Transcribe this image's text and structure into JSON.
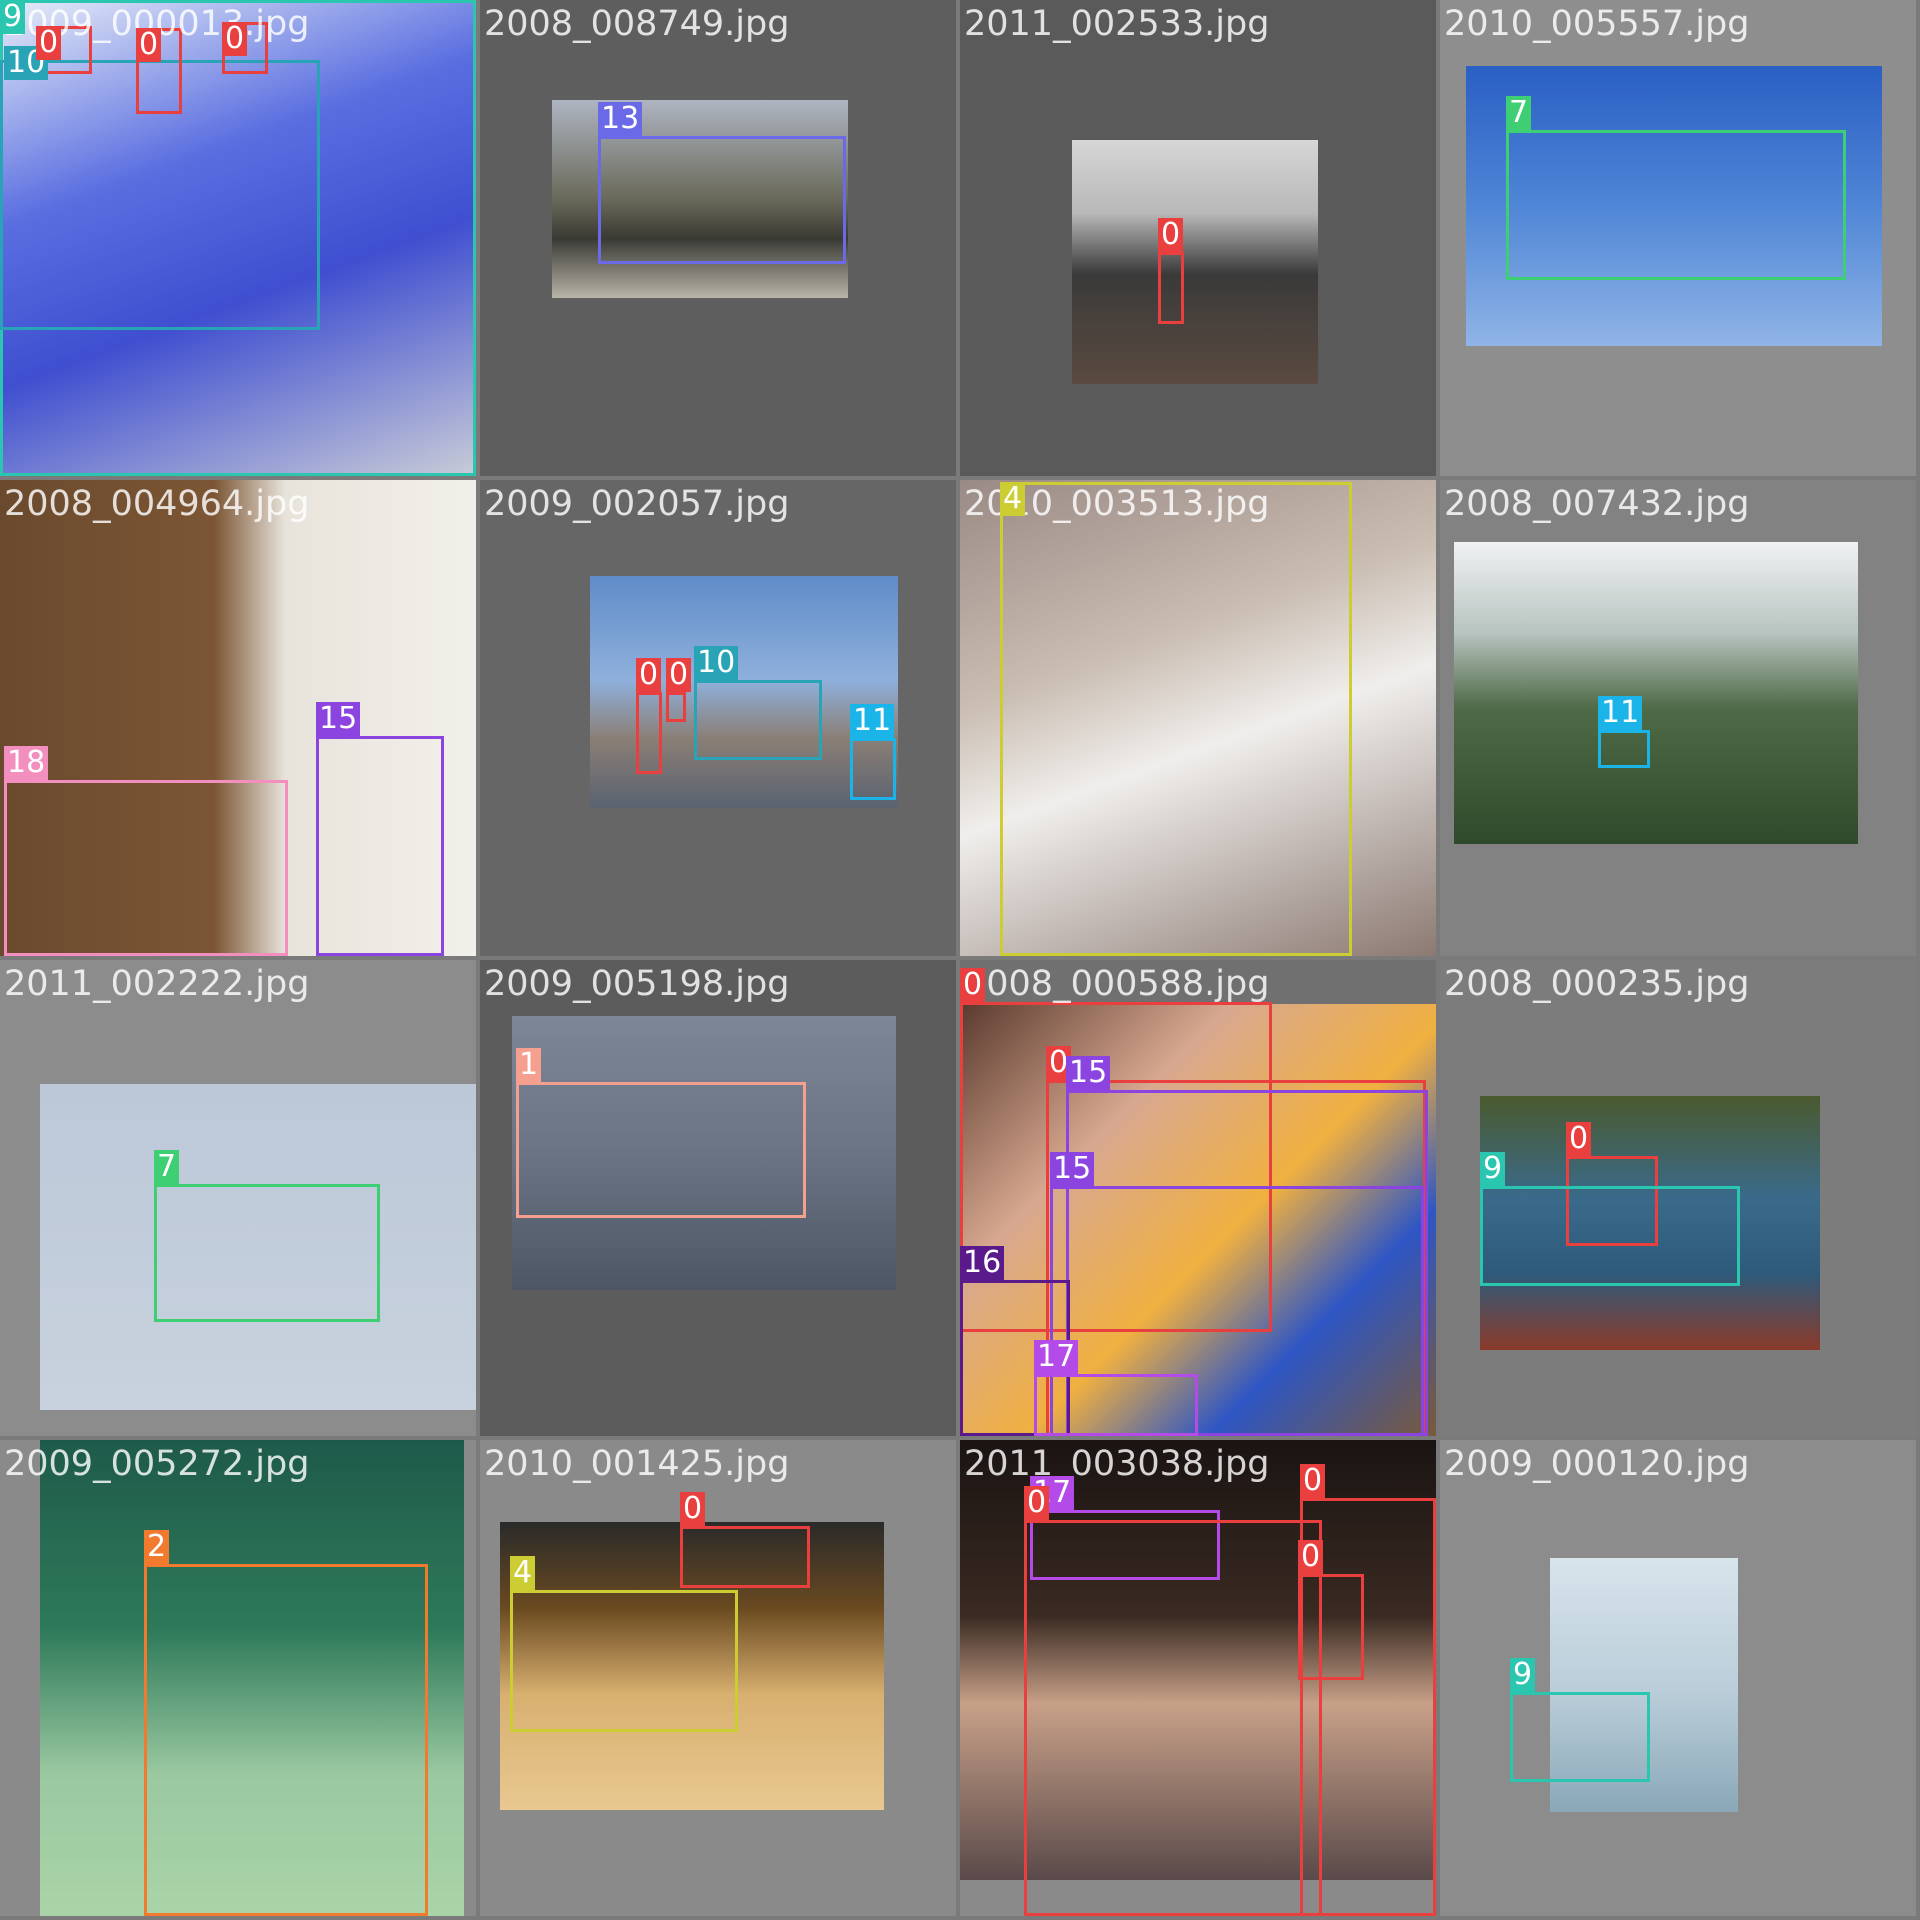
{
  "class_colors": {
    "0": "#ea3f3f",
    "1": "#f59f8e",
    "2": "#f27a2e",
    "4": "#cccc33",
    "7": "#3ecf74",
    "9": "#2ac6b0",
    "10": "#29a3b6",
    "11": "#1ab4e8",
    "13": "#6a6ae8",
    "15": "#8b44e0",
    "16": "#5a1a8c",
    "17": "#b44ae8",
    "18": "#f38fbf"
  },
  "tiles": [
    {
      "filename": "2009_000013.jpg",
      "bg": "#6a6a6a",
      "photo_bg": "linear-gradient(160deg,#e8eef8 0%,#5a6ee0 35%,#3f4fd0 60%,#c9ccd8 100%)",
      "boxes": [
        {
          "label": "9",
          "cls": "9"
        },
        {
          "label": "10",
          "cls": "10"
        },
        {
          "label": "0",
          "cls": "0"
        },
        {
          "label": "0",
          "cls": "0"
        },
        {
          "label": "0",
          "cls": "0"
        }
      ]
    },
    {
      "filename": "2008_008749.jpg",
      "bg": "#5e5e5e",
      "photo_bg": "linear-gradient(180deg,#aeb4c2 0%,#6a6a5a 50%,#3a3a34 70%,#b8b4a8 100%)",
      "boxes": [
        {
          "label": "13",
          "cls": "13"
        }
      ]
    },
    {
      "filename": "2011_002533.jpg",
      "bg": "#5a5a5a",
      "photo_bg": "linear-gradient(180deg,#d6d6d6 0%,#b8b8b8 30%,#3a3a3a 55%,#5a4a40 100%)",
      "boxes": [
        {
          "label": "0",
          "cls": "0"
        }
      ]
    },
    {
      "filename": "2010_005557.jpg",
      "bg": "#8e8e8e",
      "photo_bg": "linear-gradient(180deg,#2a5fc4 0%,#4f86d6 50%,#90b4e6 100%)",
      "boxes": [
        {
          "label": "7",
          "cls": "7"
        }
      ]
    },
    {
      "filename": "2008_004964.jpg",
      "bg": "#7a7a7a",
      "photo_bg": "linear-gradient(90deg,#6a4a2e 0%,#7c5634 45%,#e8e4dc 60%,#f2f0ea 100%)",
      "boxes": [
        {
          "label": "15",
          "cls": "15"
        },
        {
          "label": "18",
          "cls": "18"
        }
      ]
    },
    {
      "filename": "2009_002057.jpg",
      "bg": "#666666",
      "photo_bg": "linear-gradient(180deg,#5f8cc8 0%,#8fb0dc 45%,#8a7f76 70%,#5a6270 100%)",
      "boxes": [
        {
          "label": "10",
          "cls": "10"
        },
        {
          "label": "0",
          "cls": "0"
        },
        {
          "label": "0",
          "cls": "0"
        },
        {
          "label": "11",
          "cls": "11"
        }
      ]
    },
    {
      "filename": "2010_003513.jpg",
      "bg": "#7e7e7e",
      "photo_bg": "linear-gradient(160deg,#9a8a86 0%,#c9bcb0 35%,#f0eeec 55%,#8c7a72 100%)",
      "boxes": [
        {
          "label": "4",
          "cls": "4"
        }
      ]
    },
    {
      "filename": "2008_007432.jpg",
      "bg": "#828282",
      "photo_bg": "linear-gradient(180deg,#f0f2f4 0%,#b8c4c0 30%,#4e6a46 55%,#2e4a2a 100%)",
      "boxes": [
        {
          "label": "11",
          "cls": "11"
        }
      ]
    },
    {
      "filename": "2011_002222.jpg",
      "bg": "#8c8c8c",
      "photo_bg": "linear-gradient(180deg,#bcc8d8 0%,#c8d2de 100%)",
      "boxes": [
        {
          "label": "7",
          "cls": "7"
        }
      ]
    },
    {
      "filename": "2009_005198.jpg",
      "bg": "#5c5c5c",
      "photo_bg": "linear-gradient(180deg,#7c8696 0%,#6a7484 50%,#4c5664 100%)",
      "boxes": [
        {
          "label": "1",
          "cls": "1"
        }
      ]
    },
    {
      "filename": "2008_000588.jpg",
      "bg": "#707070",
      "photo_bg": "linear-gradient(135deg,#5a3a2e 0%,#d8a890 30%,#f0b040 55%,#2e56c4 75%,#7a5a3a 100%)",
      "boxes": [
        {
          "label": "0",
          "cls": "0"
        },
        {
          "label": "0",
          "cls": "0"
        },
        {
          "label": "15",
          "cls": "15"
        },
        {
          "label": "15",
          "cls": "15"
        },
        {
          "label": "16",
          "cls": "16"
        },
        {
          "label": "17",
          "cls": "17"
        }
      ]
    },
    {
      "filename": "2008_000235.jpg",
      "bg": "#7c7c7c",
      "photo_bg": "linear-gradient(180deg,#4a5a2e 0%,#3a6a8a 40%,#2e5a7a 70%,#8a3a2a 100%)",
      "boxes": [
        {
          "label": "0",
          "cls": "0"
        },
        {
          "label": "9",
          "cls": "9"
        }
      ]
    },
    {
      "filename": "2009_005272.jpg",
      "bg": "#8a8a8a",
      "photo_bg": "linear-gradient(180deg,#1e5a4a 0%,#2e7a5a 40%,#9ac8a0 70%,#aad4a8 100%)",
      "boxes": [
        {
          "label": "2",
          "cls": "2"
        }
      ]
    },
    {
      "filename": "2010_001425.jpg",
      "bg": "#8a8a8a",
      "photo_bg": "linear-gradient(180deg,#2a2a2a 0%,#6a4a20 30%,#d8b070 60%,#e8c890 100%)",
      "boxes": [
        {
          "label": "0",
          "cls": "0"
        },
        {
          "label": "4",
          "cls": "4"
        }
      ]
    },
    {
      "filename": "2011_003038.jpg",
      "bg": "#8a8a8a",
      "photo_bg": "linear-gradient(180deg,#1a1412 0%,#3a2a22 40%,#c8a088 60%,#5a4a4a 100%)",
      "boxes": [
        {
          "label": "17",
          "cls": "17"
        },
        {
          "label": "0",
          "cls": "0"
        },
        {
          "label": "0",
          "cls": "0"
        },
        {
          "label": "0",
          "cls": "0"
        }
      ]
    },
    {
      "filename": "2009_000120.jpg",
      "bg": "#8c8c8c",
      "photo_bg": "linear-gradient(180deg,#d8e4ec 0%,#b8ccd8 55%,#8aa8b8 100%)",
      "boxes": [
        {
          "label": "9",
          "cls": "9"
        }
      ]
    }
  ]
}
